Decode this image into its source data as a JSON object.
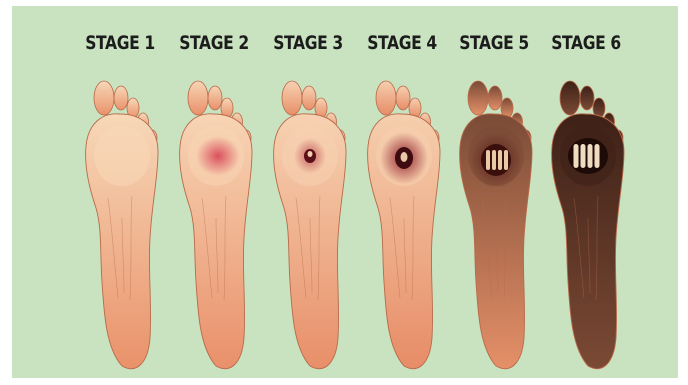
{
  "stages": [
    {
      "label": "STAGE 1",
      "skin_top": "#f7d8b8",
      "skin_bottom": "#e9926a",
      "lesion": "none",
      "lesion_color": "#fff1dc"
    },
    {
      "label": "STAGE 2",
      "skin_top": "#f7d5b5",
      "skin_bottom": "#e9906a",
      "lesion": "redness",
      "lesion_color": "#d94a5a"
    },
    {
      "label": "STAGE 3",
      "skin_top": "#f6d2b2",
      "skin_bottom": "#e88f69",
      "lesion": "small-ulcer",
      "lesion_color": "#b02a3a"
    },
    {
      "label": "STAGE 4",
      "skin_top": "#f5cfae",
      "skin_bottom": "#e78c66",
      "lesion": "deep-ulcer",
      "lesion_color": "#8e1e2c"
    },
    {
      "label": "STAGE 5",
      "skin_top": "#7a4b36",
      "skin_bottom": "#e59068",
      "lesion": "partial-gangrene",
      "lesion_color": "#5a1d18"
    },
    {
      "label": "STAGE 6",
      "skin_top": "#3e2117",
      "skin_bottom": "#7b4a35",
      "lesion": "full-gangrene",
      "lesion_color": "#2a120c"
    }
  ],
  "colors": {
    "background": "#c9e3c1",
    "label_text": "#1c1c1c"
  }
}
